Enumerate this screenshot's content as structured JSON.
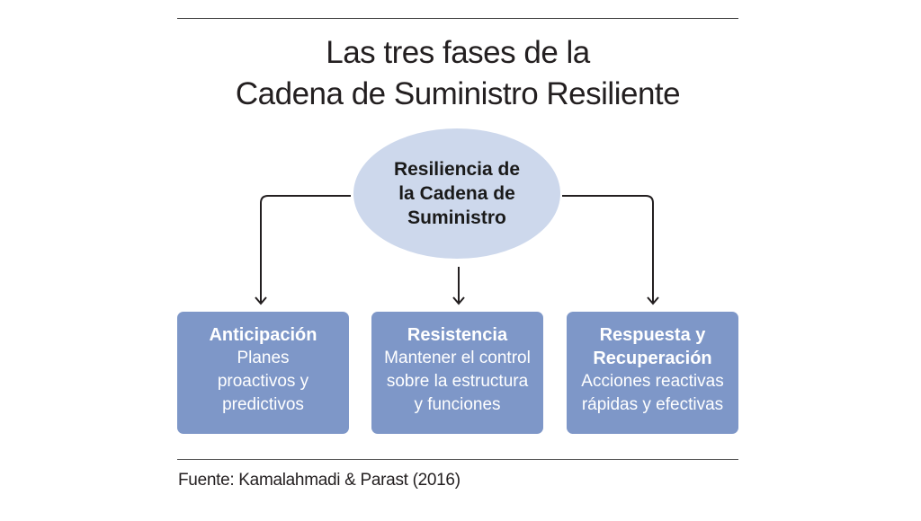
{
  "title": {
    "line1": "Las tres fases de la",
    "line2": "Cadena de Suministro Resiliente"
  },
  "center_node": {
    "lines": [
      "Resiliencia de",
      "la Cadena de",
      "Suministro"
    ],
    "fill_color": "#cdd8ec"
  },
  "phases": [
    {
      "title_lines": [
        "Anticipación"
      ],
      "description_lines": [
        "Planes",
        "proactivos y",
        "predictivos"
      ]
    },
    {
      "title_lines": [
        "Resistencia"
      ],
      "description_lines": [
        "Mantener el control",
        "sobre la estructura",
        "y funciones"
      ]
    },
    {
      "title_lines": [
        "Respuesta y",
        "Recuperación"
      ],
      "description_lines": [
        "Acciones reactivas",
        "rápidas y efectivas"
      ]
    }
  ],
  "phase_box_color": "#7e97c8",
  "source": "Fuente: Kamalahmadi & Parast (2016)"
}
